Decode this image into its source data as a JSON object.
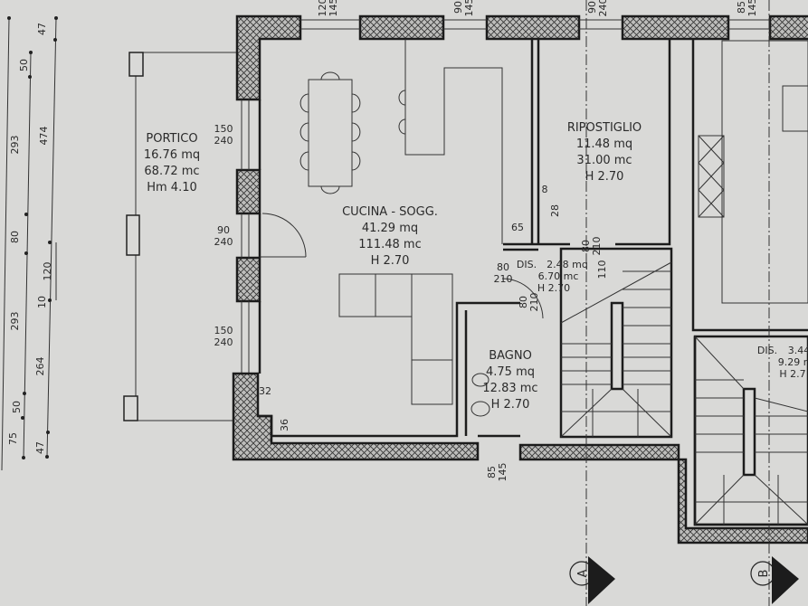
{
  "rooms": {
    "portico": {
      "name": "PORTICO",
      "area": "16.76 mq",
      "volume": "68.72 mc",
      "height": "Hm 4.10"
    },
    "cucina": {
      "name": "CUCINA - SOGG.",
      "area": "41.29 mq",
      "volume": "111.48 mc",
      "height": "H 2.70"
    },
    "ripostiglio": {
      "name": "RIPOSTIGLIO",
      "area": "11.48 mq",
      "volume": "31.00 mc",
      "height": "H 2.70"
    },
    "dis1": {
      "name": "DIS.",
      "area": "2.48 mq",
      "volume": "6.70 mc",
      "height": "H 2.70"
    },
    "bagno": {
      "name": "BAGNO",
      "area": "4.75 mq",
      "volume": "12.83 mc",
      "height": "H 2.70"
    },
    "dis2": {
      "name": "DIS.",
      "area": "3.44",
      "volume": "9.29 r",
      "height": "H 2.7"
    }
  },
  "openings": {
    "top1": [
      "120",
      "145"
    ],
    "top2": [
      "90",
      "145"
    ],
    "top3": [
      "90",
      "240"
    ],
    "top4": [
      "85",
      "145"
    ],
    "left1": [
      "150",
      "240"
    ],
    "left2": [
      "90",
      "240"
    ],
    "left3": [
      "150",
      "240"
    ],
    "door_dis": [
      "80",
      "210"
    ],
    "door_rip": [
      "80",
      "210"
    ],
    "door_bagno": [
      "80",
      "210"
    ],
    "bottom_bagno": [
      "85",
      "145"
    ]
  },
  "dimensions": {
    "outer_left": [
      "293",
      "80",
      "293",
      "50",
      "75"
    ],
    "mid_left": [
      "50",
      "474",
      "120",
      "10",
      "264",
      "47",
      "47"
    ],
    "wall_32": "32",
    "wall_36": "36",
    "wall_65": "65",
    "wall_8": "8",
    "wall_28": "28",
    "dis_110": "110"
  },
  "sections": [
    "A",
    "B"
  ],
  "colors": {
    "paper": "#d9d9d7",
    "ink": "#1c1c1c"
  }
}
